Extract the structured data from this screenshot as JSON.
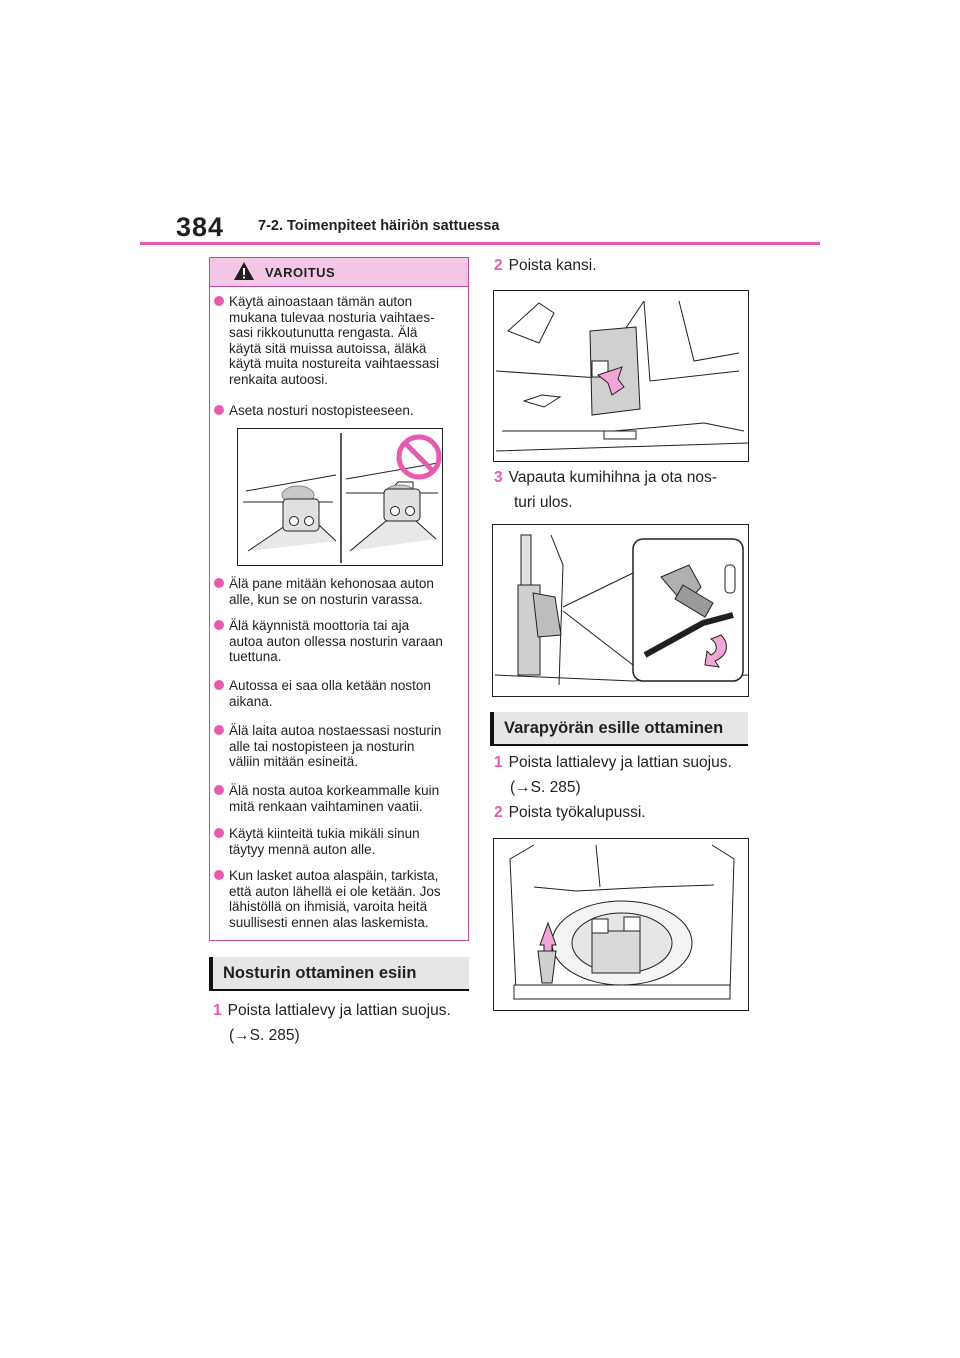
{
  "header": {
    "page_number": "384",
    "section_title": "7-2. Toimenpiteet häiriön sattuessa"
  },
  "warning": {
    "title": "VAROITUS",
    "items": [
      "Käytä ainoastaan tämän auton\nmukana tulevaa nosturia vaihtaes-\nsasi rikkoutunutta rengasta. Älä\nkäytä sitä muissa autoissa, äläkä\nkäytä muita nostureita vaihtaessasi\nrenkaita autoosi.",
      "Aseta nosturi nostopisteeseen.",
      "Älä pane mitään kehonosaa auton\nalle, kun se on nosturin varassa.",
      "Älä käynnistä moottoria tai aja\nautoa auton ollessa nosturin varaan\ntuettuna.",
      "Autossa ei saa olla ketään noston\naikana.",
      "Älä laita autoa nostaessasi nosturin\nalle tai nostopisteen ja nosturin\nväliin mitään esineitä.",
      "Älä nosta autoa korkeammalle kuin\nmitä renkaan vaihtaminen vaatii.",
      "Käytä kiinteitä tukia mikäli sinun\ntäytyy mennä auton alle.",
      "Kun lasket autoa alaspäin, tarkista,\nettä auton lähellä ei ole ketään. Jos\nlähistöllä on ihmisiä, varoita heitä\nsuullisesti ennen alas laskemista."
    ]
  },
  "sections": {
    "jack": {
      "heading": "Nosturin ottaminen esiin",
      "steps": [
        {
          "num": "1",
          "text": "Poista lattialevy ja lattian suojus.",
          "ref": "(→S. 285)"
        },
        {
          "num": "2",
          "text": "Poista kansi."
        },
        {
          "num": "3",
          "text": "Vapauta kumihihna ja ota nos-",
          "text2": "turi ulos."
        }
      ]
    },
    "spare": {
      "heading": "Varapyörän esille ottaminen",
      "steps": [
        {
          "num": "1",
          "text": "Poista lattialevy ja lattian suojus.",
          "ref": "(→S. 285)"
        },
        {
          "num": "2",
          "text": "Poista työkalupussi."
        }
      ]
    }
  },
  "colors": {
    "accent": "#e85ab0",
    "warning_header_bg": "#f4c6e6",
    "heading_bar_bg": "#e6e6e6"
  }
}
